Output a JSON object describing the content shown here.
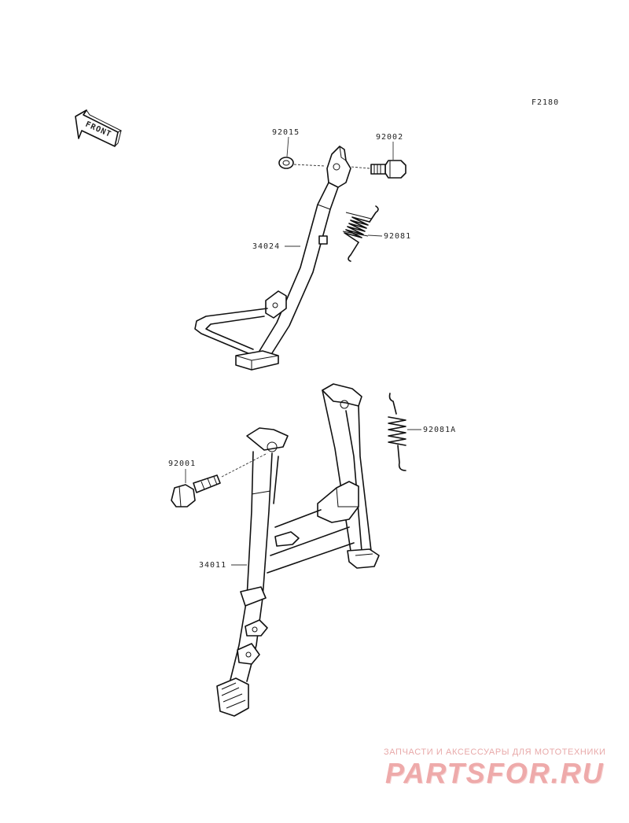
{
  "figure_code": "F2180",
  "front_label": "FRONT",
  "parts": {
    "nut_92015": "92015",
    "bolt_92002": "92002",
    "side_stand_34024": "34024",
    "spring_92081": "92081",
    "spring_92081A": "92081A",
    "bolt_92001": "92001",
    "main_stand_34011": "34011"
  },
  "watermark": {
    "tagline": "ЗАПЧАСТИ И АКСЕССУАРЫ ДЛЯ МОТОТЕХНИКИ",
    "logo": "PARTSFOR.RU"
  },
  "colors": {
    "line": "#111111",
    "watermark": "#eeaaaa"
  }
}
